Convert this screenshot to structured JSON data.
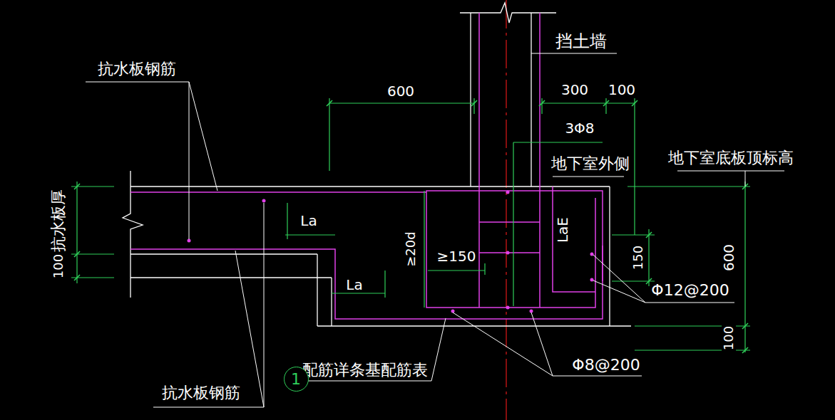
{
  "diagram": {
    "nodes": [
      {
        "text": [
          "1"
        ]
      }
    ],
    "labels": [
      "抗水板钢筋",
      "600",
      "300",
      "100",
      "挡土墙",
      "3Φ8",
      "地下室外侧",
      "地下室底板顶标高",
      "抗水板厚",
      "100",
      "La",
      "La",
      "≥20d",
      "≥150",
      "LaE",
      "150",
      "600",
      "Φ12@200",
      "100",
      "Φ8@200",
      "配筋详条基配筋表",
      "抗水板钢筋"
    ]
  }
}
